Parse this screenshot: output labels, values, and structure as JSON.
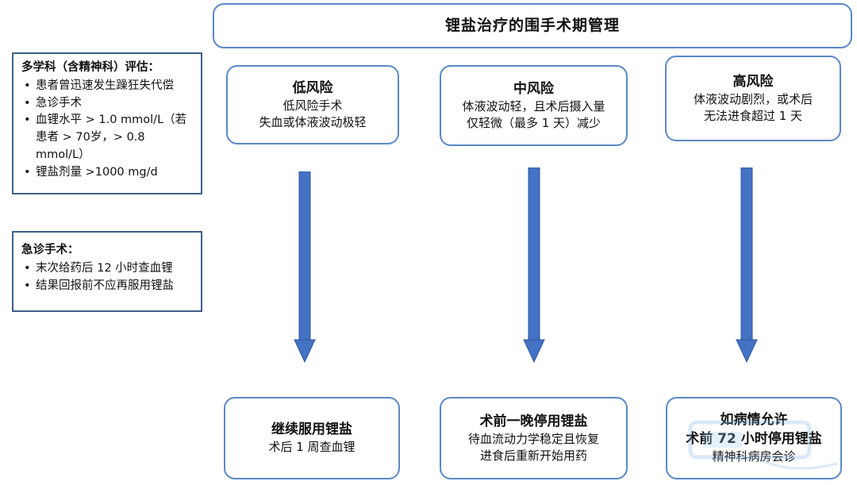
{
  "title": "锂盐治疗的围手术期管理",
  "sidebar": {
    "assessment": {
      "heading": "多学科（含精神科）评估：",
      "items": [
        "患者曾迅速发生躁狂失代偿",
        "急诊手术",
        "血锂水平 > 1.0 mmol/L（若患者 > 70岁，> 0.8 mmol/L）",
        "锂盐剂量 >1000 mg/d"
      ]
    },
    "emergency": {
      "heading": "急诊手术：",
      "items": [
        "末次给药后 12 小时查血锂",
        "结果回报前不应再服用锂盐"
      ]
    }
  },
  "risk": {
    "low": {
      "title": "低风险",
      "lines": [
        "低风险手术",
        "失血或体液波动极轻"
      ]
    },
    "mid": {
      "title": "中风险",
      "lines": [
        "体液波动轻，且术后摄入量",
        "仅轻微（最多 1 天）减少"
      ]
    },
    "high": {
      "title": "高风险",
      "lines": [
        "体液波动剧烈，或术后",
        "无法进食超过 1 天"
      ]
    }
  },
  "action": {
    "low": {
      "title": "继续服用锂盐",
      "lines": [
        "术后 1 周查血锂"
      ]
    },
    "mid": {
      "title": "术前一晚停用锂盐",
      "lines": [
        "待血流动力学稳定且恢复",
        "进食后重新开始用药"
      ]
    },
    "high": {
      "title_lines": [
        "如病情允许",
        "术前 72 小时停用锂盐"
      ],
      "lines": [
        "精神科病房会诊"
      ]
    }
  },
  "colors": {
    "border": "#5b88c7",
    "arrow": "#4472c4",
    "side_border": "#3f5f8a"
  }
}
